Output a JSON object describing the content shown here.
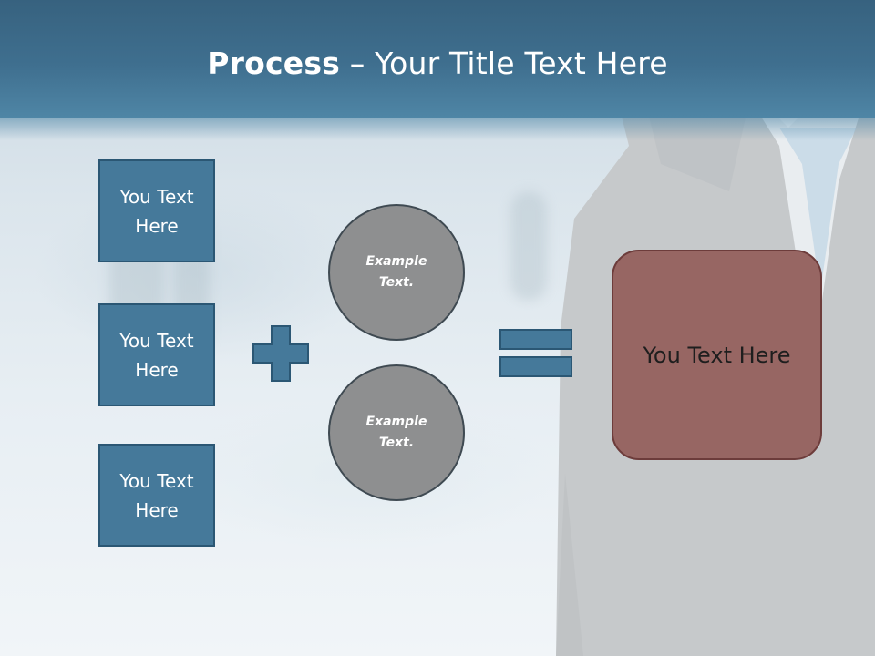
{
  "slide": {
    "title_bold": "Process",
    "title_rest": " – Your Title Text Here"
  },
  "inputs": [
    {
      "label": "You Text\nHere"
    },
    {
      "label": "You Text\nHere"
    },
    {
      "label": "You Text\nHere"
    }
  ],
  "operands": [
    {
      "label": "Example\nText."
    },
    {
      "label": "Example\nText."
    }
  ],
  "result": {
    "label": "You Text Here"
  },
  "icons": {
    "plus": "plus-icon",
    "equals": "equals-icon"
  },
  "colors": {
    "title_band": "#3f6f8f",
    "input_box": "#45799a",
    "operand_circle": "#8e8f90",
    "result_box": "#976663"
  }
}
